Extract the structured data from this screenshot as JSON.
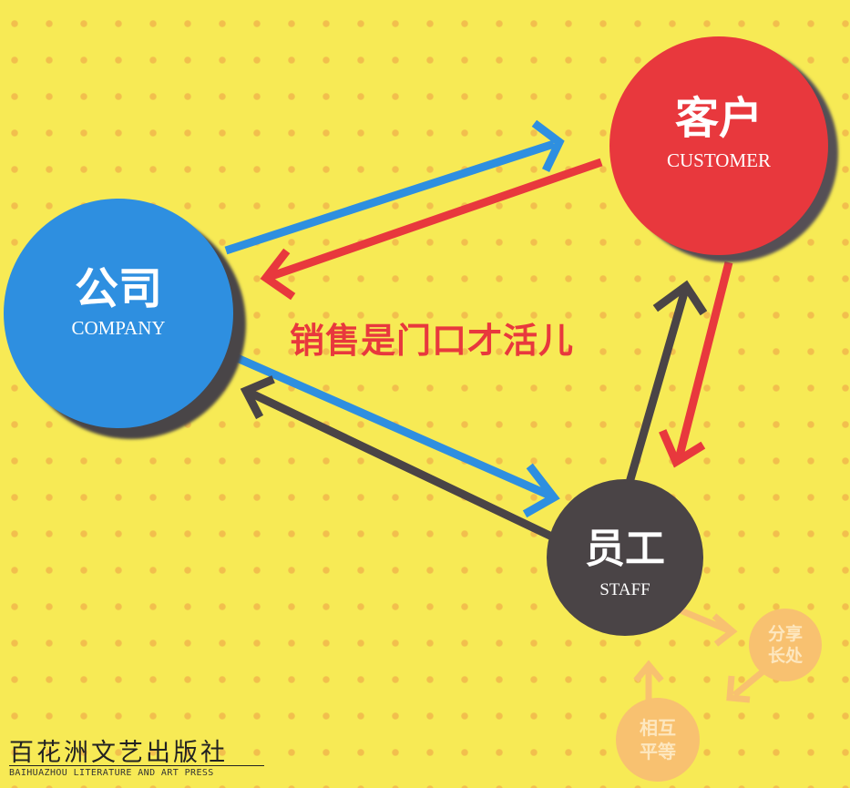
{
  "nodes": {
    "customer": {
      "cn": "客户",
      "en": "CUSTOMER",
      "color": "#e8383d"
    },
    "company": {
      "cn": "公司",
      "en": "COMPANY",
      "color": "#2e8fe0"
    },
    "staff": {
      "cn": "员工",
      "en": "STAFF",
      "color": "#4a4446"
    }
  },
  "slogan": "销售是门口才活儿",
  "faint_cycle": {
    "top": "分享长处",
    "top_line1": "分享",
    "top_line2": "长处",
    "bottom": "相互平等",
    "bottom_line1": "相互",
    "bottom_line2": "平等"
  },
  "publisher": {
    "cn": "百花洲文艺出版社",
    "en": "BAIHUAZHOU LITERATURE AND ART PRESS"
  },
  "colors": {
    "background": "#f7ea55",
    "dots": "#f2bf4d",
    "arrow_blue": "#2e8fe0",
    "arrow_red": "#e8383d",
    "arrow_gray": "#4a4446",
    "faint_orange": "#f8c170"
  }
}
